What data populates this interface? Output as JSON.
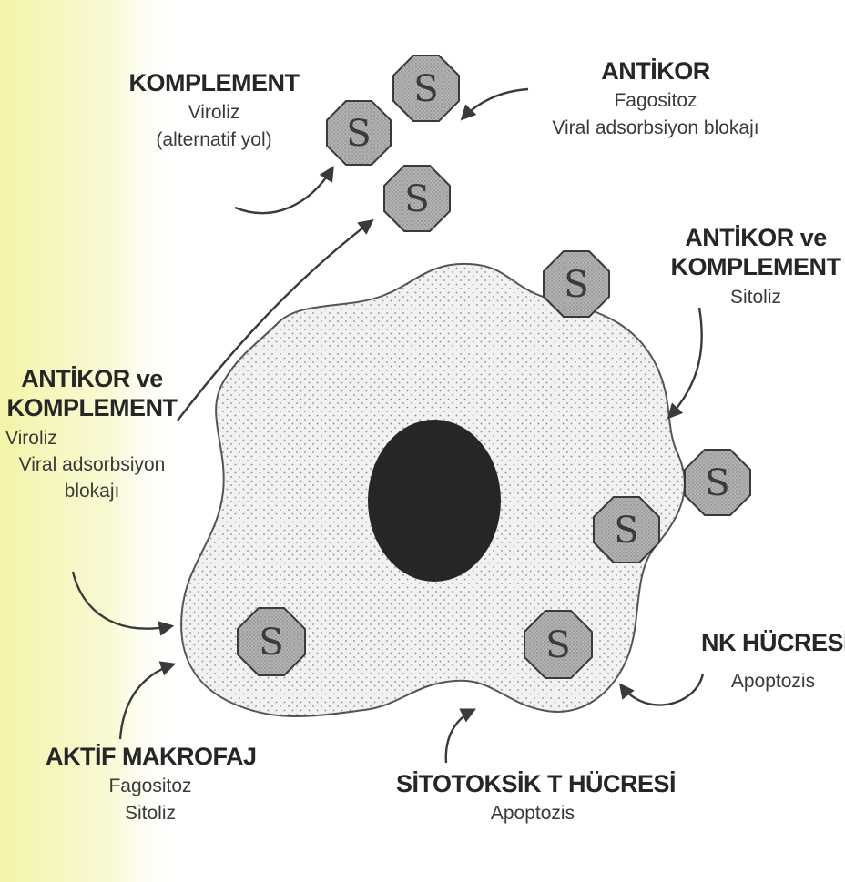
{
  "labels": {
    "komplement_top": {
      "title": "KOMPLEMENT",
      "lines": [
        "Viroliz",
        "(alternatif yol)"
      ]
    },
    "antikor_top": {
      "title": "ANTİKOR",
      "lines": [
        "Fagositoz",
        "Viral adsorbsiyon blokajı"
      ]
    },
    "antikor_komplement_right": {
      "title_lines": [
        "ANTİKOR ve",
        "KOMPLEMENT"
      ],
      "lines": [
        "Sitoliz"
      ]
    },
    "antikor_komplement_left": {
      "title_lines": [
        "ANTİKOR ve",
        "KOMPLEMENT"
      ],
      "lines": [
        "Viroliz",
        "Viral adsorbsiyon",
        "blokajı"
      ]
    },
    "nk_hucresi": {
      "title": "NK HÜCRESİ",
      "lines": [
        "Apoptozis"
      ]
    },
    "aktif_makrofaj": {
      "title": "AKTİF MAKROFAJ",
      "lines": [
        "Fagositoz",
        "Sitoliz"
      ]
    },
    "sitotoksik_t": {
      "title": "SİTOTOKSİK T HÜCRESİ",
      "lines": [
        "Apoptozis"
      ]
    }
  },
  "virus_symbol": "S",
  "colors": {
    "cell_fill": "#f2f0f0",
    "nucleus": "#262626",
    "virus_fill": "#b3b1b1",
    "virus_stroke": "#3a3a3a",
    "margin_tint": "#f3f4a8"
  }
}
